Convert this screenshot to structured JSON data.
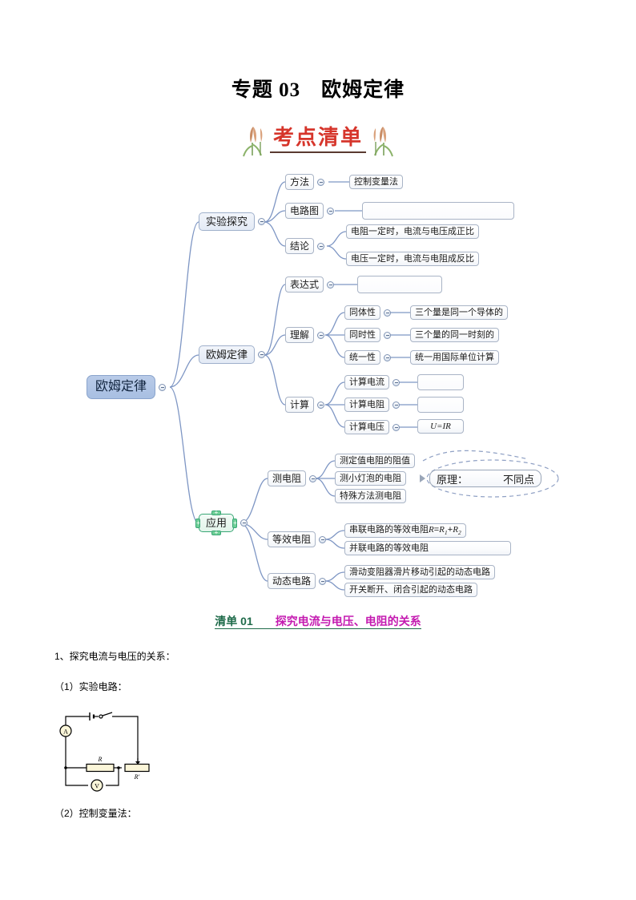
{
  "document": {
    "title": "专题 03　欧姆定律",
    "banner_text": "考点清单",
    "banner_color": "#d6352b"
  },
  "mindmap": {
    "root": {
      "label": "欧姆定律"
    },
    "branches": [
      {
        "label": "实验探究",
        "children": [
          {
            "label": "方法",
            "leaves": [
              {
                "label": "控制变量法"
              }
            ]
          },
          {
            "label": "电路图",
            "leaves": [
              {
                "label": ""
              }
            ]
          },
          {
            "label": "结论",
            "leaves": [
              {
                "label": "电阻一定时，电流与电压成正比"
              },
              {
                "label": "电压一定时，电流与电阻成反比"
              }
            ]
          }
        ]
      },
      {
        "label": "欧姆定律",
        "children": [
          {
            "label": "表达式",
            "leaves": [
              {
                "label": ""
              }
            ]
          },
          {
            "label": "理解",
            "sub": [
              {
                "label": "同体性",
                "leaf": "三个量是同一个导体的"
              },
              {
                "label": "同时性",
                "leaf": "三个量的同一时刻的"
              },
              {
                "label": "统一性",
                "leaf": "统一用国际单位计算"
              }
            ]
          },
          {
            "label": "计算",
            "sub": [
              {
                "label": "计算电流",
                "leaf": ""
              },
              {
                "label": "计算电阻",
                "leaf": ""
              },
              {
                "label": "计算电压",
                "leaf": "U=IR"
              }
            ]
          }
        ]
      },
      {
        "label": "应用",
        "selected": true,
        "children": [
          {
            "label": "测电阻",
            "leaves": [
              {
                "label": "测定值电阻的阻值"
              },
              {
                "label": "测小灯泡的电阻"
              },
              {
                "label": "特殊方法测电阻"
              }
            ]
          },
          {
            "label": "等效电阻",
            "leaves": [
              {
                "label": "串联电路的等效电阻R=R1+R2"
              },
              {
                "label": "并联电路的等效电阻"
              }
            ]
          },
          {
            "label": "动态电路",
            "leaves": [
              {
                "label": "滑动变阻器滑片移动引起的动态电路"
              },
              {
                "label": "开关断开、闭合引起的动态电路"
              }
            ]
          }
        ]
      }
    ],
    "callout": {
      "label": "原理：",
      "value": "不同点"
    }
  },
  "section": {
    "number": "清单 01",
    "number_color": "#1f6b4a",
    "title": "探究电流与电压、电阻的关系",
    "title_color": "#c41ab0"
  },
  "body": {
    "line1": "1、探究电流与电压的关系：",
    "line2": "（1）实验电路：",
    "line3": "（2）控制变量法："
  },
  "circuit": {
    "ammeter": "A",
    "voltmeter": "V",
    "resistor": "R",
    "rheostat": "R′"
  }
}
